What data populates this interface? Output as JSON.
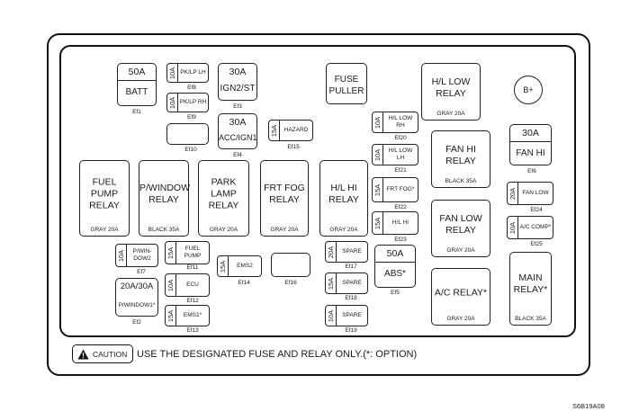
{
  "fuses": {
    "batt": {
      "amp": "50A",
      "label": "BATT",
      "tag": "Ef1"
    },
    "ign2": {
      "amp": "30A",
      "label": "IGN2/ST",
      "tag": "Ef3"
    },
    "acc": {
      "amp": "30A",
      "label": "ACC/IGN1",
      "tag": "Ef4"
    },
    "abs": {
      "amp": "50A",
      "label": "ABS*",
      "tag": "Ef5"
    },
    "fanhi": {
      "amp": "30A",
      "label": "FAN HI",
      "tag": "Ef6"
    },
    "pwindow": {
      "amp": "20A/30A",
      "label": "P/WINDOW1*",
      "tag": "Ef2"
    },
    "pklp_lh": {
      "amp": "10A",
      "label": "PK/LP LH",
      "tag": "Ef8"
    },
    "pklp_rh": {
      "amp": "10A",
      "label": "PK/LP RH",
      "tag": "Ef9"
    },
    "ef10": {
      "tag": "Ef10"
    },
    "hazard": {
      "amp": "15A",
      "label": "HAZARD",
      "tag": "Ef15"
    },
    "hl_low_rh": {
      "amp": "10A",
      "label": "H/L LOW\nRH",
      "tag": "Ef20"
    },
    "hl_low_lh": {
      "amp": "10A",
      "label": "H/L LOW\nLH",
      "tag": "Ef21"
    },
    "frt_fog": {
      "amp": "15A",
      "label": "FRT FOG*",
      "tag": "Ef22"
    },
    "hl_hi": {
      "amp": "15A",
      "label": "H/L HI",
      "tag": "Ef23"
    },
    "fan_low": {
      "amp": "20A",
      "label": "FAN LOW",
      "tag": "Ef24"
    },
    "ac_comp": {
      "amp": "10A",
      "label": "A/C COMP*",
      "tag": "Ef25"
    },
    "pwindow2": {
      "amp": "10A",
      "label": "P/WIN-\nDOW2",
      "tag": "Ef7"
    },
    "fuel_pump": {
      "amp": "15A",
      "label": "FUEL\nPUMP",
      "tag": "Ef11"
    },
    "ecu": {
      "amp": "10A",
      "label": "ECU",
      "tag": "Ef12"
    },
    "ems1": {
      "amp": "15A",
      "label": "EMS1*",
      "tag": "Ef13"
    },
    "ems2": {
      "amp": "15A",
      "label": "EMS2",
      "tag": "Ef14"
    },
    "ef16": {
      "tag": "Ef16"
    },
    "spare17": {
      "amp": "20A",
      "label": "SPARE",
      "tag": "Ef17"
    },
    "spare18": {
      "amp": "15A",
      "label": "SPARE",
      "tag": "Ef18"
    },
    "spare19": {
      "amp": "10A",
      "label": "SPARE",
      "tag": "Ef19"
    }
  },
  "relays": {
    "hl_low": {
      "label": "H/L LOW\nRELAY",
      "spec": "GRAY 20A"
    },
    "fan_hi": {
      "label": "FAN HI\nRELAY",
      "spec": "BLACK 35A"
    },
    "fan_low": {
      "label": "FAN LOW\nRELAY",
      "spec": "GRAY 20A"
    },
    "ac": {
      "label": "A/C RELAY*",
      "spec": "GRAY 20A"
    },
    "main": {
      "label": "MAIN\nRELAY*",
      "spec": "BLACK 35A"
    },
    "fuel_pump": {
      "label": "FUEL PUMP\nRELAY",
      "spec": "GRAY 20A"
    },
    "p_window": {
      "label": "P/WINDOW\nRELAY",
      "spec": "BLACK 35A"
    },
    "park_lamp": {
      "label": "PARK LAMP\nRELAY",
      "spec": "GRAY 20A"
    },
    "frt_fog": {
      "label": "FRT FOG\nRELAY",
      "spec": "GRAY 20A"
    },
    "hl_hi": {
      "label": "H/L HI\nRELAY",
      "spec": "GRAY 20A"
    }
  },
  "fuse_puller": "FUSE\nPULLER",
  "b_plus": "B+",
  "caution": {
    "label": "CAUTION",
    "note": "USE THE DESIGNATED FUSE AND RELAY ONLY.(*: OPTION)"
  },
  "figure_code": "S6B19A08"
}
